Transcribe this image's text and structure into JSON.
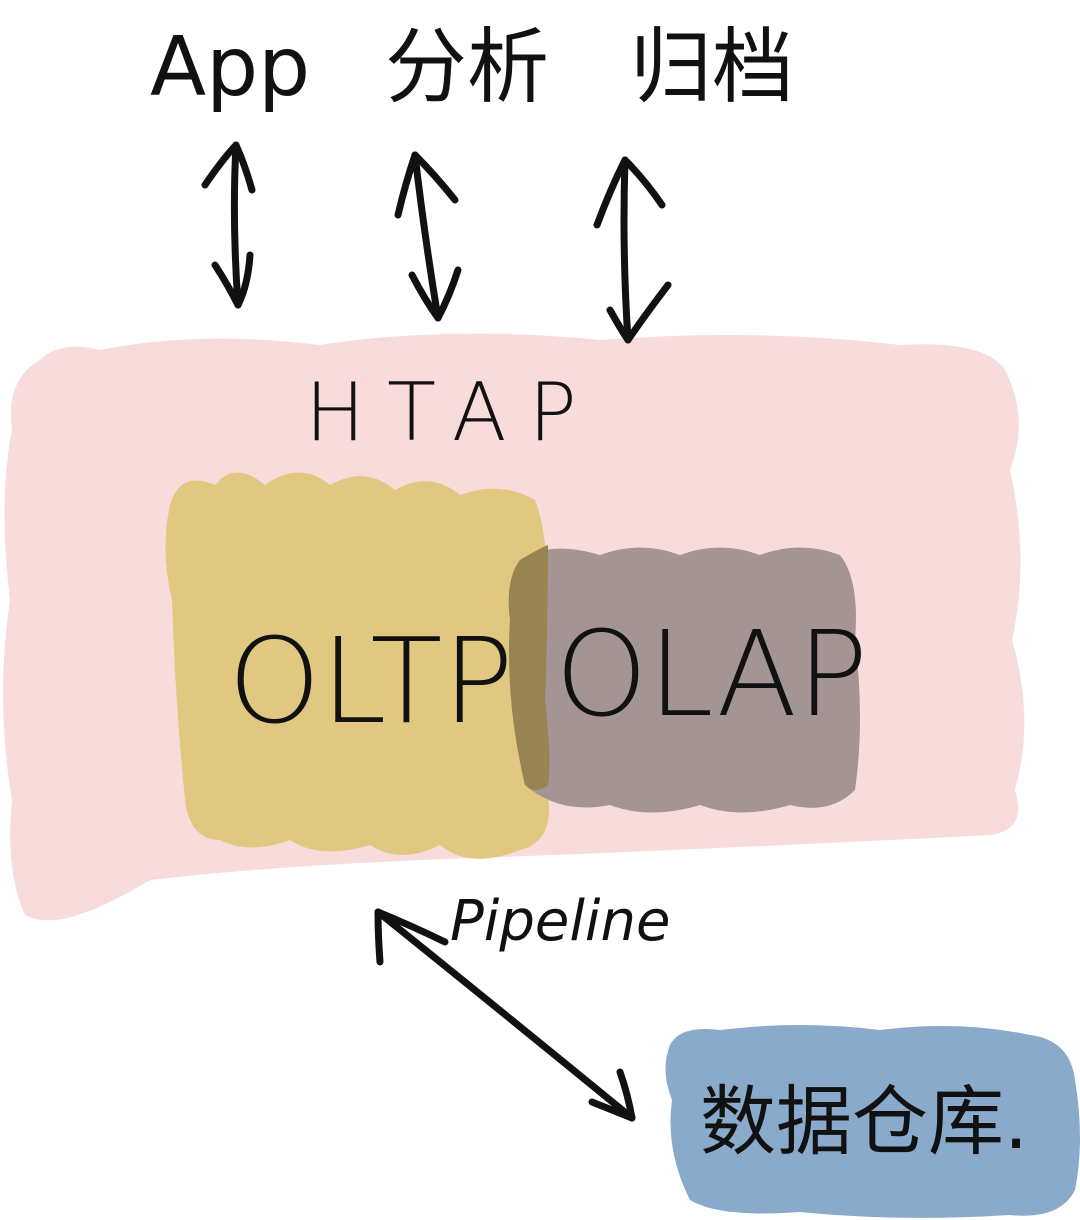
{
  "colors": {
    "htap_fill": "#f8dcdc",
    "oltp_fill": "#e1c880",
    "olap_fill": "#a49493",
    "overlap_fill": "#978452",
    "warehouse_fill": "#8aaacb",
    "ink": "#111111"
  },
  "top_labels": [
    "App",
    "分析",
    "归档"
  ],
  "htap": {
    "label": "HTAP"
  },
  "oltp": {
    "label": "OLTP"
  },
  "olap": {
    "label": "OLAP"
  },
  "pipeline": {
    "label": "Pipeline"
  },
  "warehouse": {
    "label": "数据仓库."
  },
  "icons": {
    "arrows": [
      "double-arrow-app",
      "double-arrow-analysis",
      "double-arrow-archive",
      "pipeline-double-arrow"
    ]
  }
}
